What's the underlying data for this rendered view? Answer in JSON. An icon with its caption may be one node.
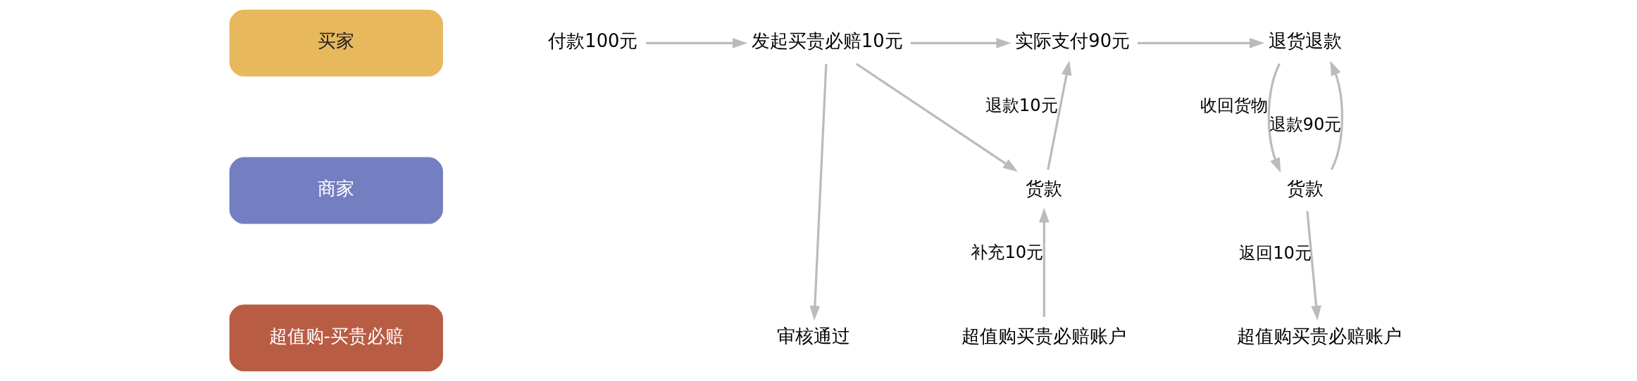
{
  "diagram": {
    "nodes": [
      {
        "text": [
          "买家"
        ]
      },
      {
        "text": [
          "商家"
        ]
      },
      {
        "text": [
          "超值购-买贵必赔"
        ]
      },
      {
        "text": [
          "付款100元"
        ]
      },
      {
        "text": [
          "发起买贵必赔10元"
        ]
      },
      {
        "text": [
          "实际支付90元"
        ]
      },
      {
        "text": [
          "退货退款"
        ]
      },
      {
        "text": [
          "货款"
        ]
      },
      {
        "text": [
          "审核通过"
        ]
      },
      {
        "text": [
          "超值购买贵必赔账户"
        ]
      },
      {
        "text": [
          "货款"
        ]
      },
      {
        "text": [
          "超值购买贵必赔账户"
        ]
      }
    ],
    "edges": [
      {
        "from": 3,
        "to": 4,
        "arrow": "to"
      },
      {
        "from": 4,
        "to": 5,
        "arrow": "to"
      },
      {
        "from": 5,
        "to": 6,
        "arrow": "to"
      },
      {
        "from": 4,
        "to": 8,
        "arrow": "to"
      },
      {
        "from": 4,
        "to": 7,
        "arrow": "to"
      },
      {
        "from": 7,
        "to": 5,
        "arrow": "to",
        "label": "退款10元"
      },
      {
        "from": 9,
        "to": 7,
        "arrow": "to",
        "label": "补充10元"
      },
      {
        "from": 6,
        "to": 10,
        "arrow": "to",
        "label": "收回货物"
      },
      {
        "from": 10,
        "to": 6,
        "arrow": "to",
        "label": "退款90元"
      },
      {
        "from": 10,
        "to": 11,
        "arrow": "to",
        "label": "返回10元"
      }
    ]
  }
}
